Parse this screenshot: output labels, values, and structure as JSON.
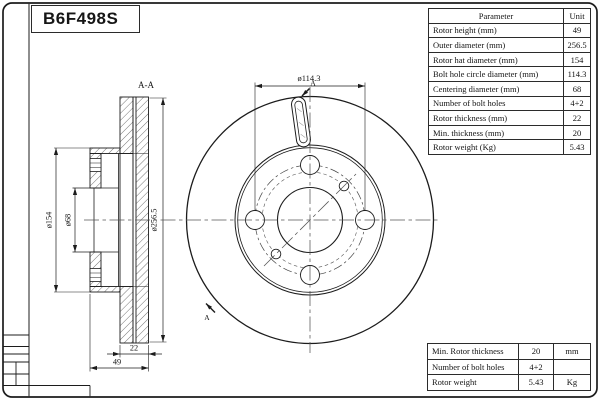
{
  "part_code": "B6F498S",
  "spec_table": {
    "headers": [
      "Parameter",
      "Unit"
    ],
    "rows": [
      {
        "parameter": "Rotor height (mm)",
        "value": "49"
      },
      {
        "parameter": "Outer diameter (mm)",
        "value": "256.5"
      },
      {
        "parameter": "Rotor hat diameter (mm)",
        "value": "154"
      },
      {
        "parameter": "Bolt hole circle diameter (mm)",
        "value": "114.3"
      },
      {
        "parameter": "Centering diameter (mm)",
        "value": "68"
      },
      {
        "parameter": "Number of bolt holes",
        "value": "4+2"
      },
      {
        "parameter": "Rotor thickness (mm)",
        "value": "22"
      },
      {
        "parameter": "Min. thickness (mm)",
        "value": "20"
      },
      {
        "parameter": "Rotor weight (Kg)",
        "value": "5.43"
      }
    ]
  },
  "summary_table": {
    "rows": [
      {
        "parameter": "Min. Rotor thickness",
        "value": "20",
        "unit": "mm"
      },
      {
        "parameter": "Number of bolt holes",
        "value": "4+2",
        "unit": ""
      },
      {
        "parameter": "Rotor weight",
        "value": "5.43",
        "unit": "Kg"
      }
    ]
  },
  "drawing": {
    "section_label": "A-A",
    "section_arrow_label": "A",
    "dimensions": {
      "bolt_circle": "ø114.3",
      "outer_diameter": "ø256.5",
      "hat_diameter": "ø154",
      "centering_diameter": "ø68",
      "rotor_thickness": "22",
      "rotor_height": "49"
    },
    "colors": {
      "line": "#1c1c1c",
      "centerline": "#555555",
      "background": "#ffffff"
    }
  }
}
